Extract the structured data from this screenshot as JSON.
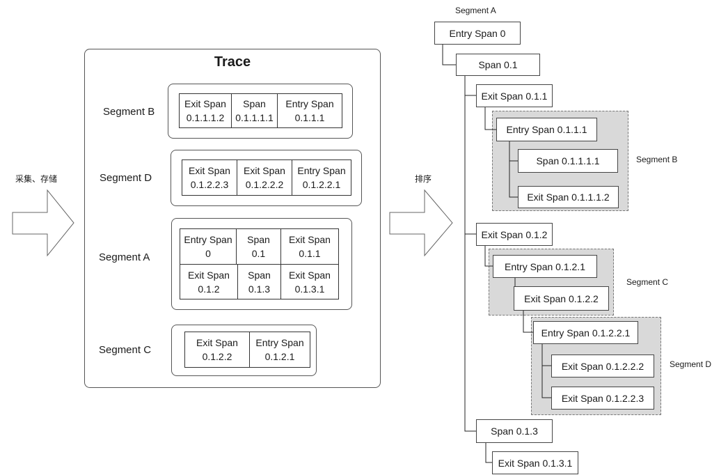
{
  "left_arrow_label": "采集、存储",
  "right_arrow_label": "排序",
  "trace": {
    "title": "Trace",
    "segments": [
      {
        "label": "Segment B",
        "cells": [
          "Exit Span\n0.1.1.1.2",
          "Span\n0.1.1.1.1",
          "Entry Span\n0.1.1.1"
        ]
      },
      {
        "label": "Segment D",
        "cells": [
          "Exit Span\n0.1.2.2.3",
          "Exit Span\n0.1.2.2.2",
          "Entry Span\n0.1.2.2.1"
        ]
      },
      {
        "label": "Segment A",
        "cells": [
          "Entry Span\n0",
          "Span\n0.1",
          "Exit Span\n0.1.1",
          "Exit Span\n0.1.2",
          "Span\n0.1.3",
          "Exit Span\n0.1.3.1"
        ]
      },
      {
        "label": "Segment C",
        "cells": [
          "Exit Span\n0.1.2.2",
          "Entry Span\n0.1.2.1"
        ]
      }
    ]
  },
  "tree": {
    "segment_a_label": "Segment A",
    "segment_b_label": "Segment B",
    "segment_c_label": "Segment C",
    "segment_d_label": "Segment D",
    "spans": [
      "Entry Span 0",
      "Span 0.1",
      "Exit Span 0.1.1",
      "Entry Span 0.1.1.1",
      "Span 0.1.1.1.1",
      "Exit Span 0.1.1.1.2",
      "Exit Span 0.1.2",
      "Entry Span 0.1.2.1",
      "Exit Span 0.1.2.2",
      "Entry Span 0.1.2.2.1",
      "Exit Span 0.1.2.2.2",
      "Exit Span 0.1.2.2.3",
      "Span 0.1.3",
      "Exit Span 0.1.3.1"
    ]
  }
}
